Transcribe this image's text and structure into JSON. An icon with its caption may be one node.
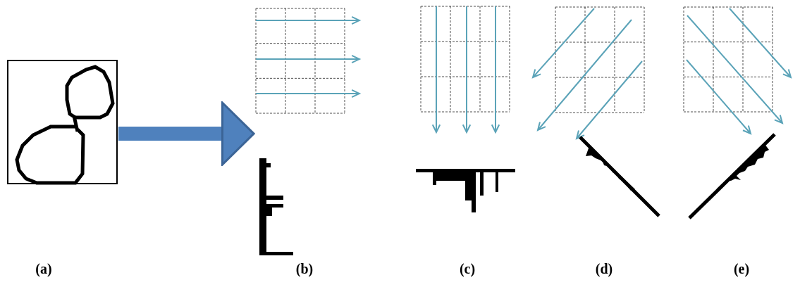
{
  "diagram": {
    "nodes": [
      {
        "text": [],
        "shape": "picture"
      },
      {
        "text": [],
        "shape": "picture"
      }
    ],
    "edges": [
      {
        "from": 0,
        "to": 1,
        "arrow": "to"
      }
    ],
    "labels": [
      "(a)",
      "(b)",
      "(c)",
      "(d)",
      "(e)"
    ]
  }
}
